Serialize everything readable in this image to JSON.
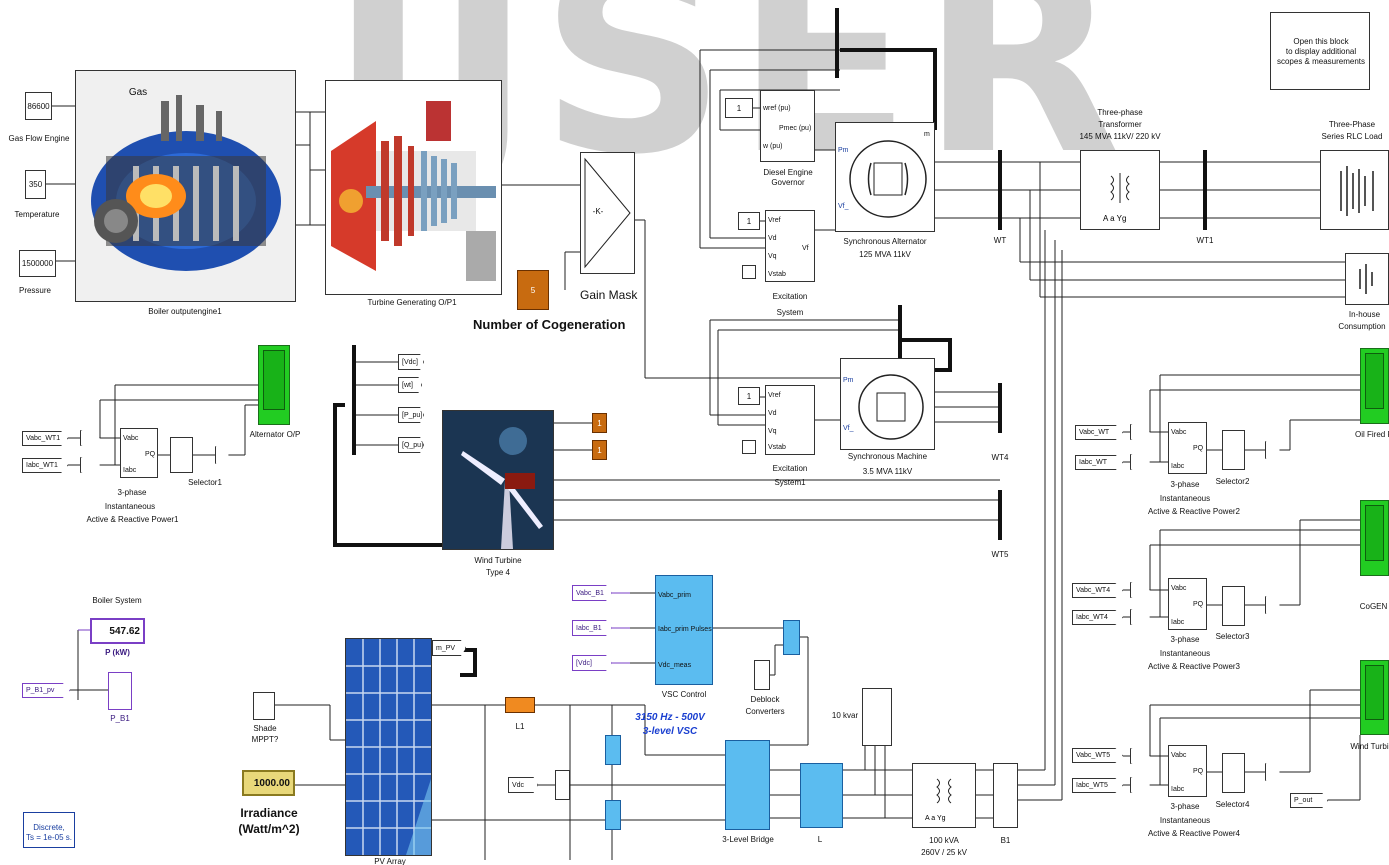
{
  "watermark": "IJSER",
  "note": {
    "line1": "Open this block",
    "line2": "to display additional",
    "line3": "scopes & measurements"
  },
  "boiler": {
    "c_gasflow": "86600",
    "l_gasflow": "Gas Flow Engine",
    "c_temp": "350",
    "l_temp": "Temperature",
    "c_pressure": "1500000",
    "l_pressure": "Pressure",
    "label": "Boiler outputengine1",
    "cap_top": "Gas"
  },
  "turbine": {
    "label": "Turbine Generating O/P1"
  },
  "gain": {
    "text": "-K-",
    "label": "Gain Mask"
  },
  "cogen": {
    "value": "5",
    "label": "Number of Cogeneration"
  },
  "diesel_gov": {
    "p1": "wref (pu)",
    "p2": "Pmec (pu)",
    "p3": "w (pu)",
    "label1": "Diesel Engine",
    "label2": "Governor",
    "const": "1"
  },
  "excitation": {
    "p_vref": "Vref",
    "p_vd": "Vd",
    "p_vq": "Vq",
    "p_vstab": "Vstab",
    "p_vf": "Vf",
    "label1": "Excitation",
    "label2": "System",
    "const": "1"
  },
  "excitation1": {
    "label1": "Excitation",
    "label2": "System1",
    "const": "1"
  },
  "sync_alt": {
    "label1": "Synchronous Alternator",
    "label2": "125 MVA 11kV",
    "p_pm": "Pm",
    "p_vf": "Vf_",
    "p_m": "m"
  },
  "sync_mach": {
    "label1": "Synchronous Machine",
    "label2": "3.5 MVA 11kV"
  },
  "buses": {
    "b1": "WT",
    "b2": "WT1",
    "b4": "WT4",
    "b5": "WT5",
    "b_b1": "B1"
  },
  "transformer": {
    "l1": "Three-phase",
    "l2": "Transformer",
    "l3": "145 MVA 11kV/ 220 kV"
  },
  "rlc": {
    "l1": "Three-Phase",
    "l2": "Series RLC Load"
  },
  "inhouse": {
    "l1": "In-house",
    "l2": "Consumption"
  },
  "measure": {
    "m1": {
      "in1": "Vabc_WT1",
      "in2": "Iabc_WT1",
      "l1": "3-phase",
      "l2": "Instantaneous",
      "l3": "Active & Reactive Power1",
      "sel": "Selector1",
      "scope": "Alternator O/P"
    },
    "m2": {
      "in1": "Vabc_WT",
      "in2": "Iabc_WT",
      "l1": "3-phase",
      "l2": "Instantaneous",
      "l3": "Active & Reactive Power2",
      "sel": "Selector2",
      "scope": "Oil Fired Power Plant"
    },
    "m3": {
      "in1": "Vabc_WT4",
      "in2": "Iabc_WT4",
      "l1": "3-phase",
      "l2": "Instantaneous",
      "l3": "Active & Reactive Power3",
      "sel": "Selector3",
      "scope": "CoGEN"
    },
    "m4": {
      "in1": "Vabc_WT5",
      "in2": "Iabc_WT5",
      "l1": "3-phase",
      "l2": "Instantaneous",
      "l3": "Active & Reactive Power4",
      "sel": "Selector4",
      "scope": "Wind Turbi"
    }
  },
  "wind": {
    "l1": "Wind Turbine",
    "l2": "Type 4",
    "o1": "[Vdc]",
    "o2": "[wt]",
    "o3": "[P_pu]",
    "o4": "[Q_pu]",
    "c1": "1",
    "c2": "1"
  },
  "boiler_sys": {
    "title": "Boiler System",
    "value": "547.62",
    "l_value": "P (kW)",
    "in": "P_B1_pv",
    "scope": "P_B1"
  },
  "pv": {
    "label": "PV Array",
    "tag": "m_PV",
    "shade_l1": "Shade",
    "shade_l2": "MPPT?",
    "irr_value": "1000.00",
    "irr_l1": "Irradiance",
    "irr_l2": "(Watt/m^2)"
  },
  "l1": {
    "label": "L1"
  },
  "vdc": {
    "tag": "Vdc"
  },
  "vsc_ctrl": {
    "in1": "Vabc_B1",
    "in2": "Iabc_B1",
    "in3": "[Vdc]",
    "p1": "Vabc_prim",
    "p2": "Iabc_prim  Pulses",
    "p3": "Vdc_meas",
    "label": "VSC Control"
  },
  "vsc_text": {
    "l1": "3150 Hz - 500V",
    "l2": "3-level VSC"
  },
  "bridge": {
    "label": "3-Level Bridge"
  },
  "filter": {
    "label": "L"
  },
  "deblock": {
    "l1": "Deblock",
    "l2": "Converters"
  },
  "kvar": {
    "label": "10 kvar"
  },
  "tr2": {
    "l1": "100 kVA",
    "l2": "260V / 25 kV"
  },
  "pout": {
    "tag": "P_out"
  },
  "solver": {
    "l1": "Discrete,",
    "l2": "Ts = 1e-05 s."
  }
}
